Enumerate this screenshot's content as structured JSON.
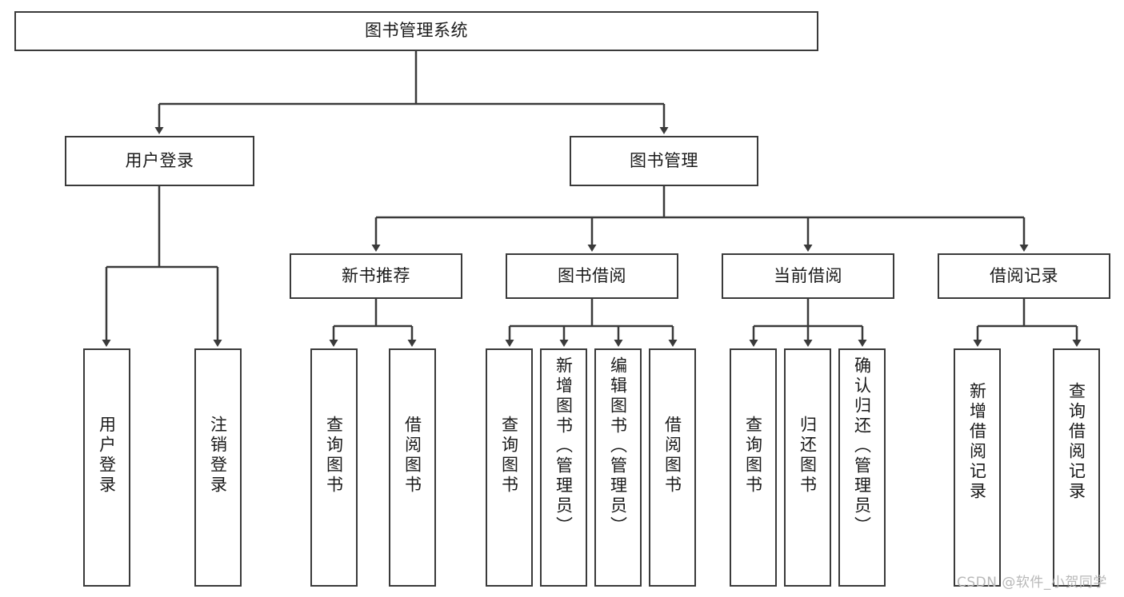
{
  "diagram": {
    "title": "图书管理系统",
    "type": "hierarchy-tree",
    "root": {
      "label": "图书管理系统"
    },
    "level2": [
      {
        "label": "用户登录"
      },
      {
        "label": "图书管理"
      }
    ],
    "level3": [
      {
        "label": "新书推荐"
      },
      {
        "label": "图书借阅"
      },
      {
        "label": "当前借阅"
      },
      {
        "label": "借阅记录"
      }
    ],
    "leaves": {
      "user_login": [
        {
          "label": "用户登录"
        },
        {
          "label": "注销登录"
        }
      ],
      "new_book": [
        {
          "label": "查询图书"
        },
        {
          "label": "借阅图书"
        }
      ],
      "book_borrow": [
        {
          "label": "查询图书"
        },
        {
          "label": "新增图书（管理员）"
        },
        {
          "label": "编辑图书（管理员）"
        },
        {
          "label": "借阅图书"
        }
      ],
      "current_borrow": [
        {
          "label": "查询图书"
        },
        {
          "label": "归还图书"
        },
        {
          "label": "确认归还（管理员）"
        }
      ],
      "borrow_record": [
        {
          "label": "新增借阅记录"
        },
        {
          "label": "查询借阅记录"
        }
      ]
    }
  },
  "watermark": {
    "text": "CSDN @软件_小贺同学"
  },
  "colors": {
    "stroke": "#3a3a3a",
    "background": "#ffffff",
    "text": "#1a1a1a",
    "watermark": "#b8b8b8"
  }
}
